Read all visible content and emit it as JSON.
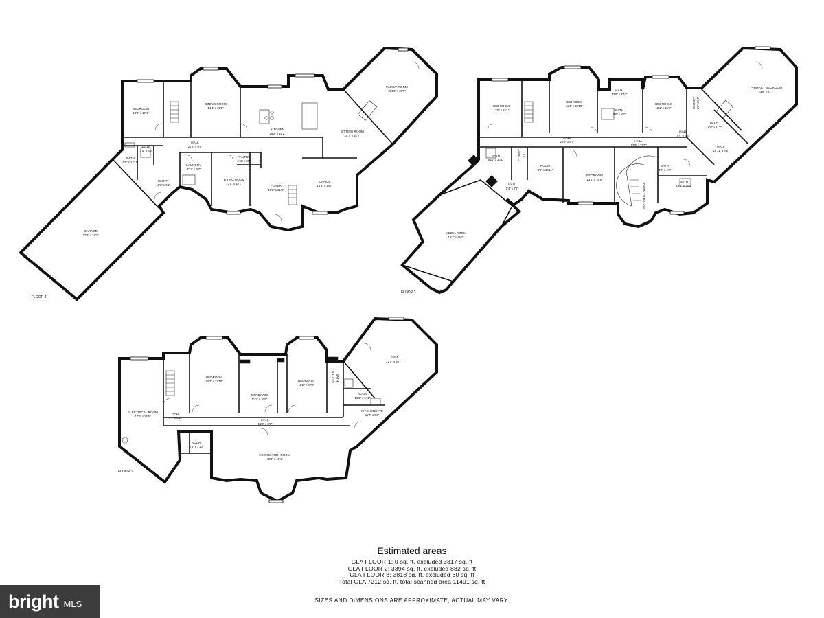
{
  "floors": [
    {
      "label": "FLOOR 2",
      "rooms": [
        {
          "name": "BEDROOM",
          "dim": "13'0\" x 17'4\""
        },
        {
          "name": "DINING ROOM",
          "dim": "14'4\" x 20'0\""
        },
        {
          "name": "FAMILY ROOM",
          "dim": "22'10\" x 21'6\""
        },
        {
          "name": "KITCHEN",
          "dim": "25'3\" x 19'2\""
        },
        {
          "name": "SITTING ROOM",
          "dim": "20'7\" x 16'2\""
        },
        {
          "name": "HALL",
          "dim": "28'8\" x 9'8\""
        },
        {
          "name": "BATH",
          "dim": "4'5\" x 5'3\""
        },
        {
          "name": "BATH",
          "dim": "6'9\" x 12'11\""
        },
        {
          "name": "LAUNDRY",
          "dim": "8'11\" x 9'7\""
        },
        {
          "name": "LIVING ROOM",
          "dim": "13'8\" x 18'1\""
        },
        {
          "name": "PANTRY",
          "dim": "4'11\" x 26'\""
        },
        {
          "name": "ENTRY",
          "dim": "15'2\" x 9'2\""
        },
        {
          "name": "FOYER",
          "dim": "13'2\" x 21'3\""
        },
        {
          "name": "OFFICE",
          "dim": "13'6\" x 16'7\""
        },
        {
          "name": "GARAGE",
          "dim": "37'3\" x 24'2\""
        }
      ]
    },
    {
      "label": "FLOOR 3",
      "rooms": [
        {
          "name": "BEDROOM",
          "dim": "13'0\" x 15'1\""
        },
        {
          "name": "BEDROOM",
          "dim": "14'4\" x 18'10\""
        },
        {
          "name": "HALL",
          "dim": "13'0\" x 4'10\""
        },
        {
          "name": "BATH",
          "dim": "8'5\" x 8'2\""
        },
        {
          "name": "BEDROOM",
          "dim": "12'1\" x 16'8\""
        },
        {
          "name": "PRIMARY BEDROOM",
          "dim": "23'6\" x 21'7\""
        },
        {
          "name": "CLOSET",
          "dim": "3'6\" x 6'4\""
        },
        {
          "name": "W-I-C",
          "dim": "16'0\" x 11'2\""
        },
        {
          "name": "HALL",
          "dim": "9'4\" x 3'6\""
        },
        {
          "name": "HALL",
          "dim": "26'9\" x 8'7\""
        },
        {
          "name": "HALL",
          "dim": "17'9\" x 27'1\""
        },
        {
          "name": "HALL",
          "dim": "16'11\" x 3'5\""
        },
        {
          "name": "BATH",
          "dim": "9'10\" x 10'1\""
        },
        {
          "name": "CLOSET",
          "dim": "5'6\""
        },
        {
          "name": "HALL",
          "dim": "5'4\" x 7'7\""
        },
        {
          "name": "ROOM",
          "dim": "8'3\" x 10'11\""
        },
        {
          "name": "BEDROOM",
          "dim": "13'6\" x 16'8\""
        },
        {
          "name": "BATH",
          "dim": "4'2\" x 4'6\""
        },
        {
          "name": "BATH",
          "dim": "13'9\" x 16'3\""
        },
        {
          "name": "MEDIA ROOM",
          "dim": "18'1\" x 35'2\""
        },
        {
          "name": "OPEN TO BELOW",
          "dim": ""
        }
      ]
    },
    {
      "label": "FLOOR 1",
      "rooms": [
        {
          "name": "ELECTRICAL ROOM",
          "dim": "17'9\" x 25'5\""
        },
        {
          "name": "HALL",
          "dim": "5'9\" x 8'11\""
        },
        {
          "name": "BEDROOM",
          "dim": "14'3\" x 22'10\""
        },
        {
          "name": "BEDROOM",
          "dim": "11'1\" x 16'6\""
        },
        {
          "name": "BEDROOM",
          "dim": "11'2\" x 20'8\""
        },
        {
          "name": "BATH",
          "dim": "4'5\" x 5'6\""
        },
        {
          "name": "GYM",
          "dim": "22'0\" x 20'7\""
        },
        {
          "name": "ROOM",
          "dim": "10'0\" x 6'11\""
        },
        {
          "name": "KITCHENETTE",
          "dim": "11'7\" x 6'3\""
        },
        {
          "name": "HALL",
          "dim": "51'3\" x 3'6\""
        },
        {
          "name": "ROOM",
          "dim": "9'6\" x 7'10\""
        },
        {
          "name": "RECREATION ROOM",
          "dim": "40'6\" x 19'4\""
        }
      ]
    }
  ],
  "summary": {
    "title": "Estimated areas",
    "lines": [
      "GLA FLOOR 1: 0 sq. ft, excluded 3317 sq. ft",
      "GLA FLOOR 2: 3394 sq. ft, excluded 882 sq. ft",
      "GLA FLOOR 3: 3818 sq. ft, excluded 80 sq. ft",
      "Total GLA 7212 sq. ft, total scanned area 11491 sq. ft"
    ]
  },
  "disclaimer": "SIZES AND DIMENSIONS ARE APPROXIMATE, ACTUAL MAY VARY.",
  "brand": {
    "name": "bright",
    "suffix": "MLS"
  }
}
